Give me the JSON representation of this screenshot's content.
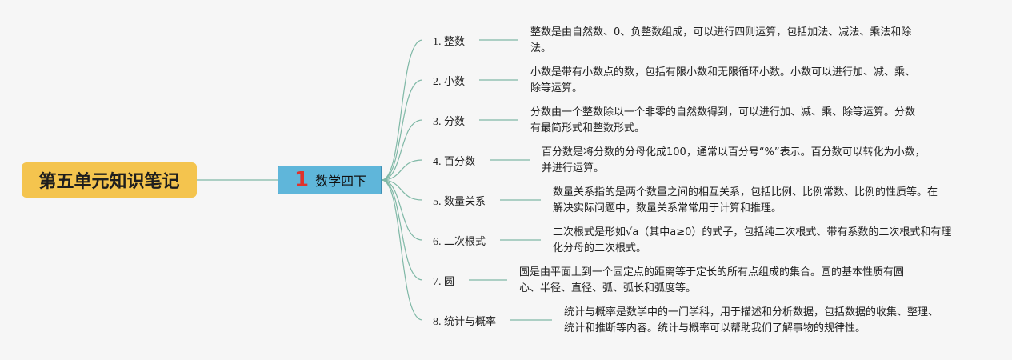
{
  "root": {
    "label": "第五单元知识笔记"
  },
  "center": {
    "number": "1",
    "label": "数学四下"
  },
  "topics": [
    {
      "index": "1.",
      "label": "整数",
      "desc": "整数是由自然数、0、负整数组成，可以进行四则运算，包括加法、减法、乘法和除法。"
    },
    {
      "index": "2.",
      "label": "小数",
      "desc": "小数是带有小数点的数，包括有限小数和无限循环小数。小数可以进行加、减、乘、除等运算。"
    },
    {
      "index": "3.",
      "label": "分数",
      "desc": "分数由一个整数除以一个非零的自然数得到，可以进行加、减、乘、除等运算。分数有最简形式和整数形式。"
    },
    {
      "index": "4.",
      "label": "百分数",
      "desc": "百分数是将分数的分母化成100，通常以百分号“%”表示。百分数可以转化为小数，并进行运算。"
    },
    {
      "index": "5.",
      "label": "数量关系",
      "desc": "数量关系指的是两个数量之间的相互关系，包括比例、比例常数、比例的性质等。在解决实际问题中，数量关系常常用于计算和推理。"
    },
    {
      "index": "6.",
      "label": "二次根式",
      "desc": "二次根式是形如√a（其中a≥0）的式子，包括纯二次根式、带有系数的二次根式和有理化分母的二次根式。"
    },
    {
      "index": "7.",
      "label": "圆",
      "desc": "圆是由平面上到一个固定点的距离等于定长的所有点组成的集合。圆的基本性质有圆心、半径、直径、弧、弧长和弧度等。"
    },
    {
      "index": "8.",
      "label": "统计与概率",
      "desc": "统计与概率是数学中的一门学科，用于描述和分析数据，包括数据的收集、整理、统计和推断等内容。统计与概率可以帮助我们了解事物的规律性。"
    }
  ],
  "colors": {
    "root_bg": "#f4c44e",
    "center_bg": "#5fb6da",
    "number": "#e0322c",
    "connector": "#7fb8a6"
  }
}
